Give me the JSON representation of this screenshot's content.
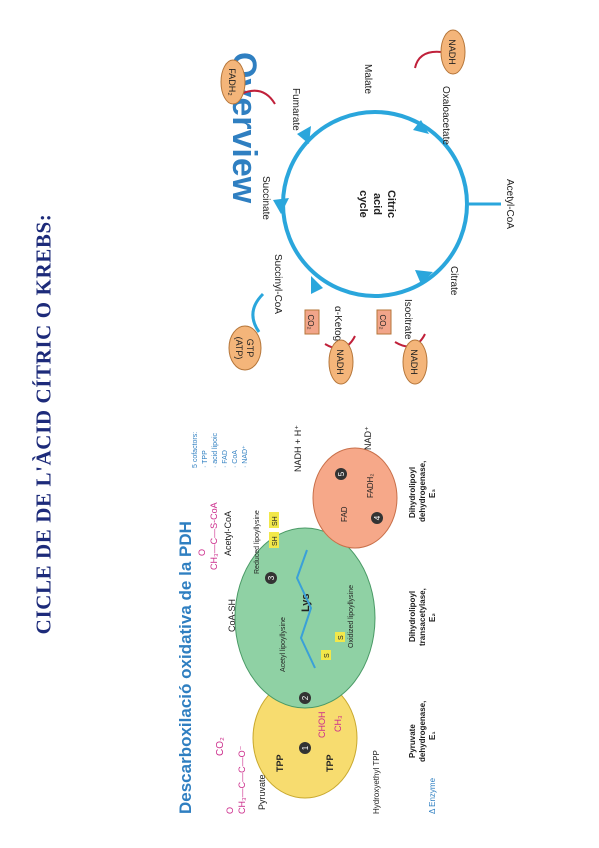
{
  "page": {
    "title": "CICLE DE DE L'ÀCID CÍTRIC O KREBS:"
  },
  "overview": {
    "title": "Overview",
    "center_label": [
      "Citric",
      "acid",
      "cycle"
    ],
    "metabolites": {
      "acetyl_coa": "Acetyl-CoA",
      "citrate": "Citrate",
      "isocitrate": "Isocitrate",
      "alpha_ketoglutarate": "α-Ketoglutarate",
      "succinyl_coa": "Succinyl-CoA",
      "succinate": "Succinate",
      "fumarate": "Fumarate",
      "malate": "Malate",
      "oxaloacetate": "Oxaloacetate"
    },
    "cofactors": {
      "nadh_1": "NADH",
      "nadh_2": "NADH",
      "gtp": "GTP",
      "gtp_atp": "(ATP)",
      "fadh2": "FADH₂",
      "nadh_3": "NADH",
      "co2_1": "CO₂",
      "co2_2": "CO₂"
    },
    "colors": {
      "arrow": "#2aa6dc",
      "cofactor_fill": "#f4b57a",
      "co2_fill": "#f2a58a",
      "title": "#2f7fc1"
    }
  },
  "pdh": {
    "title": "Descarboxilació oxidativa de la PDH",
    "pyruvate_formula": "CH₃—C—C—O⁻",
    "pyruvate_carbonyl": "O",
    "pyruvate_label": "Pyruvate",
    "co2": "CO₂",
    "tpp_1": "TPP",
    "tpp_2": "TPP",
    "choh": "CHOH",
    "ch3": "CH₃",
    "step_1": "1",
    "step_2": "2",
    "step_3": "3",
    "step_4": "4",
    "step_5": "5",
    "hydroxyethyl_tpp": "Hydroxyethyl TPP",
    "coa_sh": "CoA-SH",
    "acetyl_coa_formula": "CH₃—C—S-CoA",
    "acetyl_coa_carbonyl": "O",
    "acetyl_coa": "Acetyl-CoA",
    "reduced_lipoyllysine": "Reduced lipoyllysine",
    "acetyl_lipoyllysine": "Acetyl lipoyllysine",
    "oxidized_lipoyllysine": "Oxidized lipoyllysine",
    "lys": "Lys",
    "sh_1": "SH",
    "sh_2": "SH",
    "s_1": "S",
    "s_2": "S",
    "fad": "FAD",
    "fadh2": "FADH₂",
    "nadh": "NADH + H⁺",
    "nad": "NAD⁺",
    "cofactors_header": "5 cofactors:",
    "cofactors_list": [
      "· TPP",
      "· acid lipoic",
      "· FAD",
      "· CoA",
      "· NAD⁺"
    ],
    "enzyme_e1": [
      "Pyruvate",
      "dehydrogenase,",
      "E₁"
    ],
    "enzyme_e2": [
      "Dihydrolipoyl",
      "transacetylase,",
      "E₂"
    ],
    "enzyme_e3": [
      "Dihydrolipoyl",
      "dehydrogenase,",
      "E₃"
    ],
    "legend": "Δ Enzyme",
    "colors": {
      "e1": "#f7dc6f",
      "e2": "#8fd1a4",
      "e3": "#f6a889",
      "title": "#2f7fc1",
      "magenta": "#cc2d8c"
    }
  }
}
